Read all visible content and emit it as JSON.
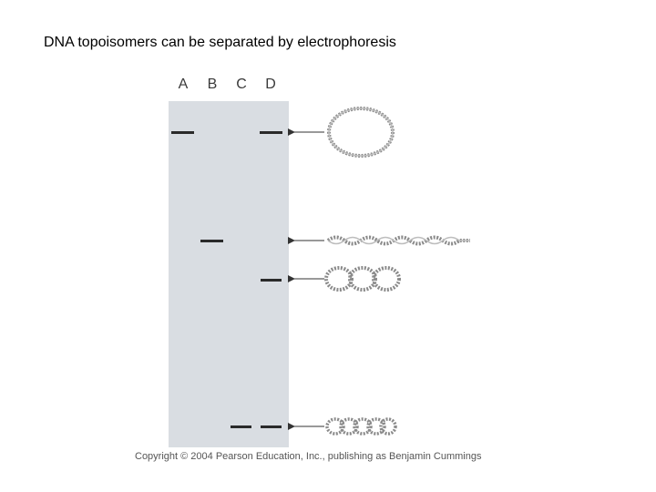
{
  "title": "DNA topoisomers can be separated by electrophoresis",
  "lanes": [
    "A",
    "B",
    "C",
    "D"
  ],
  "copyright": "Copyright © 2004 Pearson Education, Inc., publishing as Benjamin Cummings",
  "colors": {
    "gel": "#d9dde2",
    "band": "#2a2a2a",
    "dna": "#8a8a8a",
    "arrow": "#333333"
  },
  "molecules": [
    {
      "name": "relaxed-circle-icon"
    },
    {
      "name": "linear-dna-icon"
    },
    {
      "name": "partially-supercoiled-dna-icon"
    },
    {
      "name": "supercoiled-dna-icon"
    }
  ]
}
